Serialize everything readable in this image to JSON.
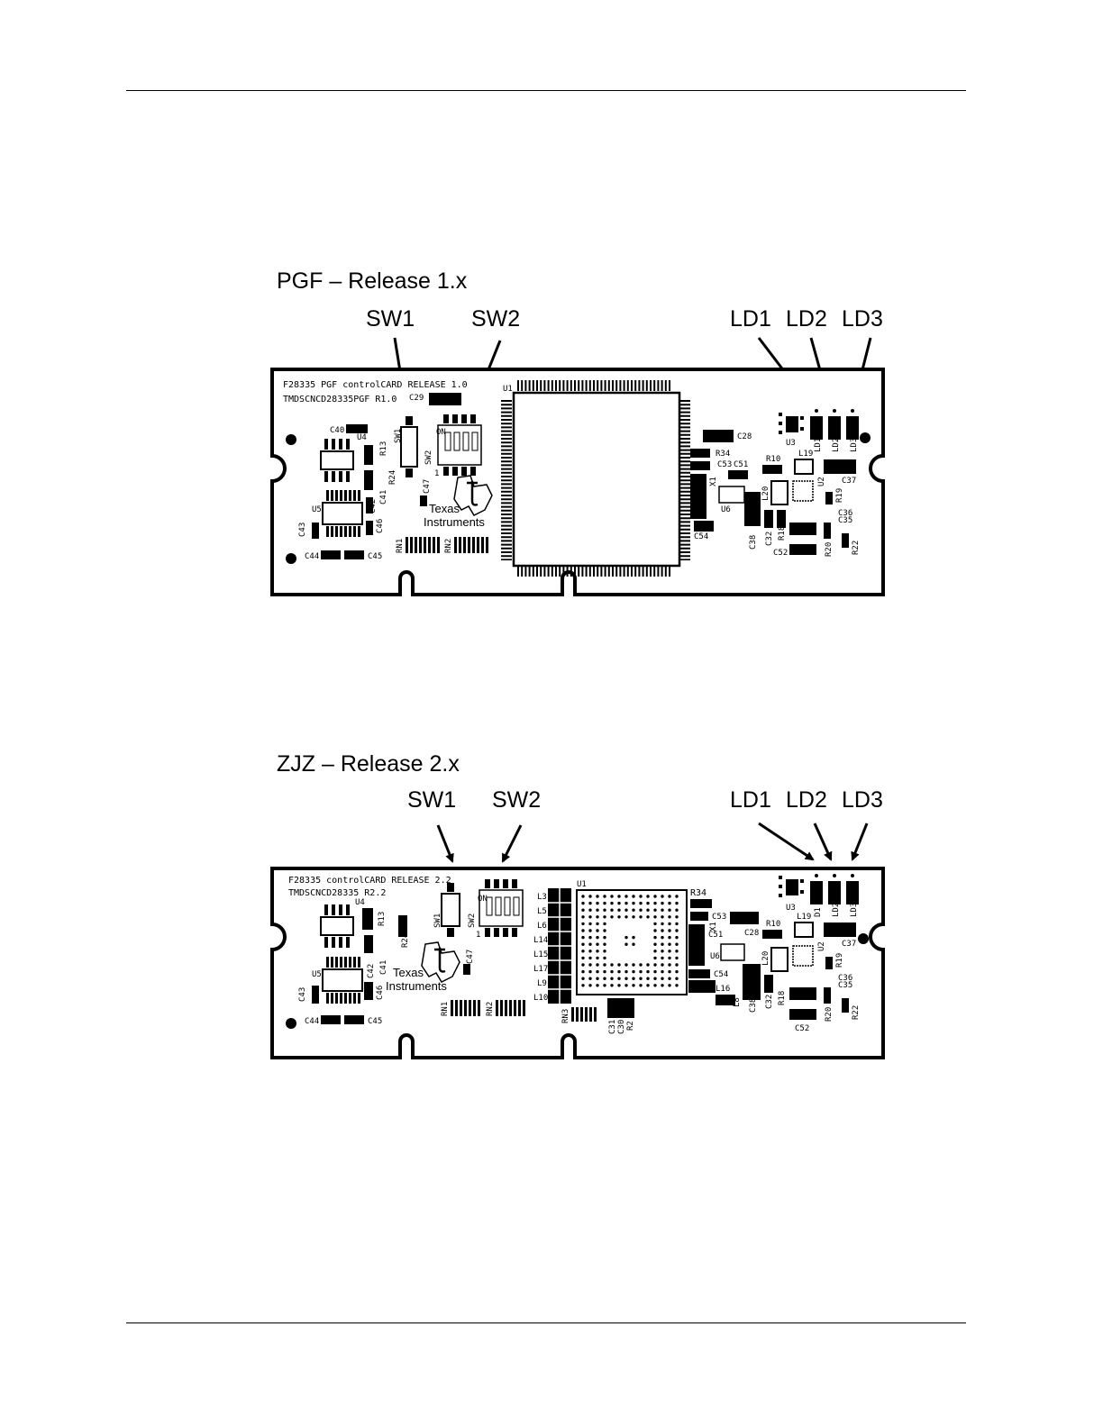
{
  "diagrams": [
    {
      "title": "PGF – Release 1.x",
      "callouts": {
        "sw1": "SW1",
        "sw2": "SW2",
        "ld1": "LD1",
        "ld2": "LD2",
        "ld3": "LD3"
      },
      "board": {
        "line1": "F28335 PGF controlCARD RELEASE 1.0",
        "line2": "TMDSCNCD28335PGF R1.0",
        "logo_line1": "Texas",
        "logo_line2": "Instruments",
        "refs": {
          "c29": "C29",
          "c40": "C40",
          "u4": "U4",
          "sw1": "SW1",
          "sw2": "SW2",
          "on": "ON",
          "one": "1",
          "r13": "R13",
          "r24": "R24",
          "c47": "C47",
          "c42": "C42",
          "c41": "C41",
          "u5": "U5",
          "c46": "C46",
          "c43": "C43",
          "c44": "C44",
          "c45": "C45",
          "rn1": "RN1",
          "rn2": "RN2",
          "u1": "U1",
          "c28": "C28",
          "r34": "R34",
          "c53": "C53",
          "c51": "C51",
          "x1": "X1",
          "u6": "U6",
          "c54": "C54",
          "u3": "U3",
          "l19": "L19",
          "ld1": "LD1",
          "ld2": "LD2",
          "ld3": "LD3",
          "r10": "R10",
          "l20": "L20",
          "u2": "U2",
          "c37": "C37",
          "r19": "R19",
          "c36": "C36",
          "c35": "C35",
          "c38": "C38",
          "c32": "C32",
          "r18": "R18",
          "c52": "C52",
          "r20": "R20",
          "r22": "R22"
        }
      }
    },
    {
      "title": "ZJZ – Release 2.x",
      "callouts": {
        "sw1": "SW1",
        "sw2": "SW2",
        "ld1": "LD1",
        "ld2": "LD2",
        "ld3": "LD3"
      },
      "board": {
        "line1": "F28335 controlCARD RELEASE 2.2",
        "line2": "TMDSCNCD28335 R2.2",
        "logo_line1": "Texas",
        "logo_line2": "Instruments",
        "refs": {
          "u4": "U4",
          "r13": "R13",
          "sw1": "SW1",
          "sw2": "SW2",
          "on": "ON",
          "one": "1",
          "r24": "R24",
          "c47": "C47",
          "c42": "C42",
          "c41": "C41",
          "u5": "U5",
          "c46": "C46",
          "c43": "C43",
          "c44": "C44",
          "c45": "C45",
          "rn1": "RN1",
          "rn2": "RN2",
          "l3": "L3",
          "l5": "L5",
          "l6": "L6",
          "l14": "L14",
          "l15": "L15",
          "l17": "L17",
          "l9": "L9",
          "l10": "L10",
          "u1": "U1",
          "rn3": "RN3",
          "c31": "C31",
          "c30": "C30",
          "r2": "R2",
          "r34": "R34",
          "c53": "C53",
          "x1": "X1",
          "c51": "C51",
          "c28": "C28",
          "r10": "R10",
          "u6": "U6",
          "c54": "C54",
          "l16": "L16",
          "l8": "L8",
          "c38": "C38",
          "c32": "C32",
          "r18": "R18",
          "l20": "L20",
          "u3": "U3",
          "l19": "L19",
          "d1": "D1",
          "ld2": "LD2",
          "ld3": "LD3",
          "u2": "U2",
          "c37": "C37",
          "r19": "R19",
          "c36": "C36",
          "c35": "C35",
          "c52": "C52",
          "r20": "R20",
          "r22": "R22"
        }
      }
    }
  ]
}
